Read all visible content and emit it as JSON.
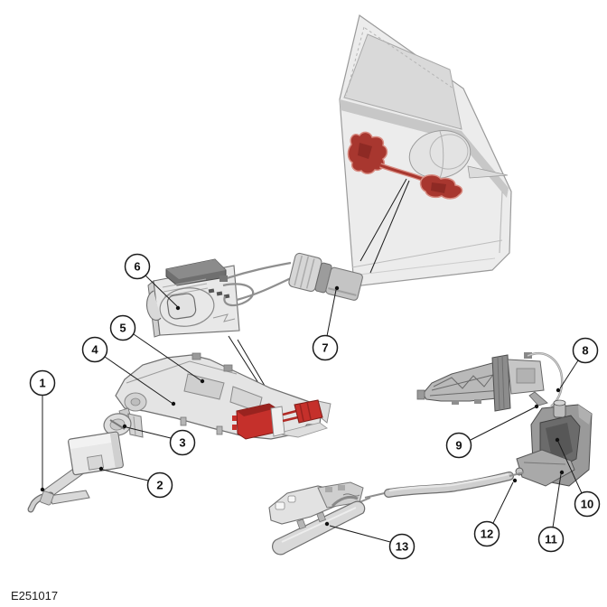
{
  "figure": {
    "code": "E251017"
  },
  "callouts": [
    {
      "number": "1"
    },
    {
      "number": "2"
    },
    {
      "number": "3"
    },
    {
      "number": "4"
    },
    {
      "number": "5"
    },
    {
      "number": "6"
    },
    {
      "number": "7"
    },
    {
      "number": "8"
    },
    {
      "number": "9"
    },
    {
      "number": "10"
    },
    {
      "number": "11"
    },
    {
      "number": "12"
    },
    {
      "number": "13"
    }
  ],
  "colors": {
    "background": "#ffffff",
    "outline": "#1c1c1c",
    "part_light_gray": "#e8e8e8",
    "part_mid_gray": "#c6c6c6",
    "part_dark_gray": "#6b6b6b",
    "highlight_red": "#c5302b",
    "highlight_red_dark": "#8e1f1c",
    "door_red": "#a8372f"
  }
}
